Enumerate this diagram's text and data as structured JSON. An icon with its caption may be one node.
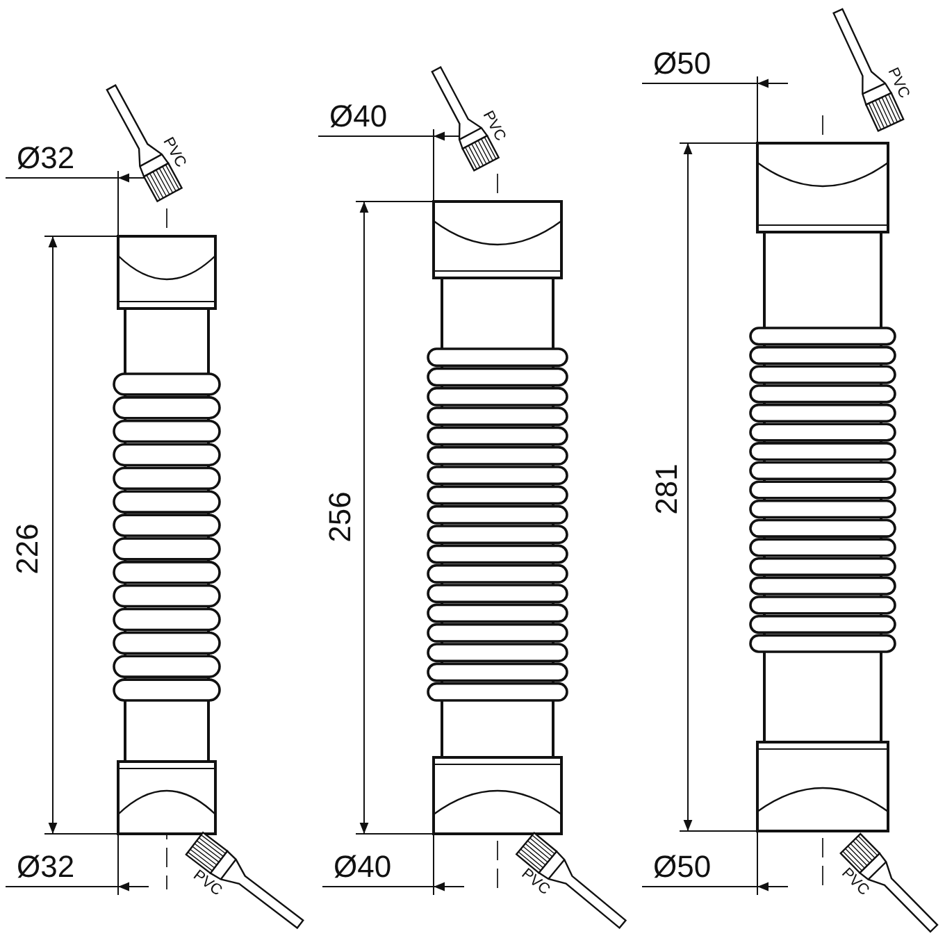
{
  "diagram": {
    "labels": [
      "Ø32",
      "PVC",
      "226",
      "Ø32",
      "PVC",
      "Ø40",
      "PVC",
      "256",
      "Ø40",
      "PVC",
      "Ø50",
      "PVC",
      "281",
      "Ø50",
      "PVC"
    ]
  }
}
